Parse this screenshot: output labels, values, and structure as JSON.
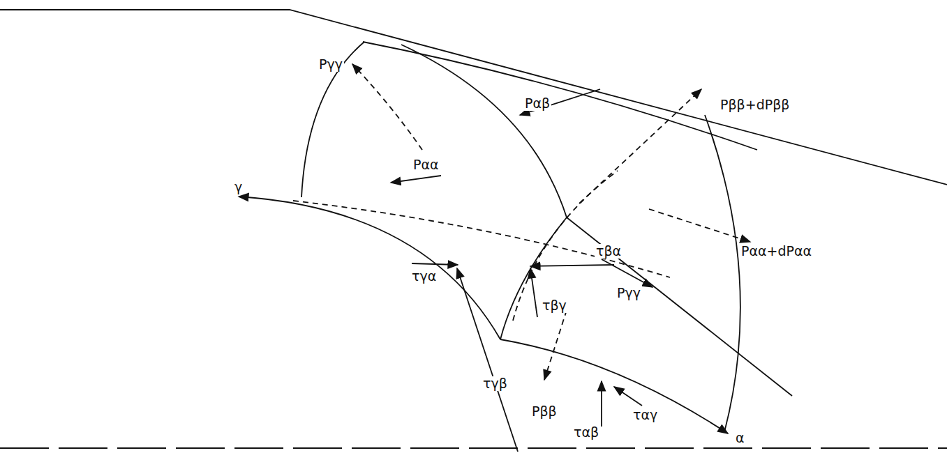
{
  "diagram": {
    "labels": [
      "Pγγ",
      "Pαβ",
      "Pββ+dPββ",
      "Pαα",
      "γ",
      "Pαα+dPαα",
      "τγα",
      "τβα",
      "Pγγ",
      "τβγ",
      "τγβ",
      "Pββ",
      "ταβ",
      "ταγ",
      "α"
    ]
  }
}
